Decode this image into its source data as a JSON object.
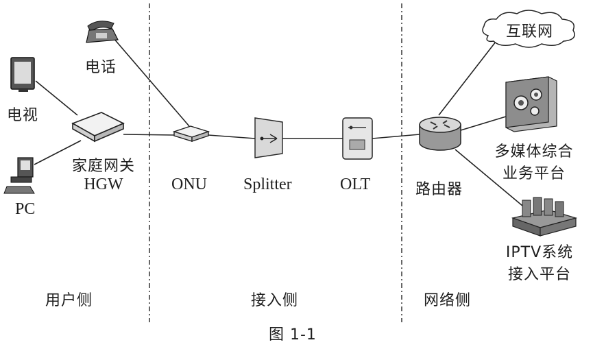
{
  "devices": {
    "tv": "电视",
    "pc": "PC",
    "phone": "电话",
    "gateway": [
      "家庭网关",
      "HGW"
    ],
    "onu": "ONU",
    "splitter": "Splitter",
    "olt": "OLT",
    "router": "路由器",
    "internet": "互联网",
    "multimedia": [
      "多媒体综合",
      "业务平台"
    ],
    "iptv": [
      "IPTV系统",
      "接入平台"
    ]
  },
  "zones": {
    "user_side": "用户侧",
    "access_side": "接入侧",
    "network_side": "网络侧"
  },
  "caption": "图 1-1",
  "icons": [
    "tv-icon",
    "pc-icon",
    "phone-icon",
    "gateway-icon",
    "onu-icon",
    "splitter-icon",
    "olt-icon",
    "router-icon",
    "cloud-icon",
    "gears-icon",
    "server-rack-icon"
  ]
}
